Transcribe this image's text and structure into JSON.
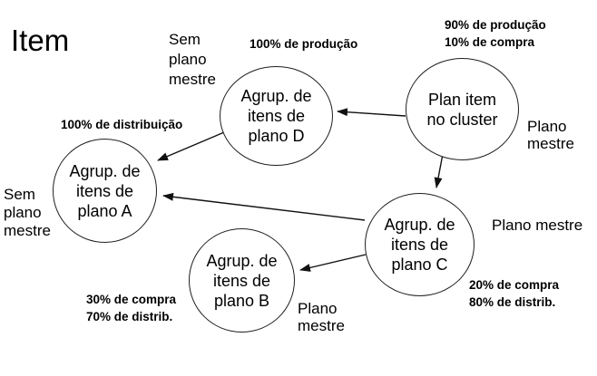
{
  "colors": {
    "ink": "#000000",
    "background": "#ffffff"
  },
  "title": "Item",
  "nodes": {
    "planoD": {
      "label": "Agrup. de\nitens de\nplano D"
    },
    "planItem": {
      "label": "Plan item\nno cluster"
    },
    "planoA": {
      "label": "Agrup. de\nitens de\nplano A"
    },
    "planoB": {
      "label": "Agrup. de\nitens de\nplano B"
    },
    "planoC": {
      "label": "Agrup. de\nitens de\nplano C"
    }
  },
  "labels": {
    "semPlanoMestreTop": "Sem\nplano\nmestre",
    "producao100": "100% de produção",
    "producao90compra10": "90% de produção\n10% de compra",
    "planoMestrePlanItem": "Plano\nmestre",
    "distribuicao100": "100% de distribuição",
    "semPlanoMestreLeft": "Sem\nplano\nmestre",
    "planoMestreC": "Plano mestre",
    "compra20distrib80": "20% de compra\n80% de distrib.",
    "compra30distrib70": "30% de compra\n70% de distrib.",
    "planoMestreB": "Plano\nmestre"
  }
}
